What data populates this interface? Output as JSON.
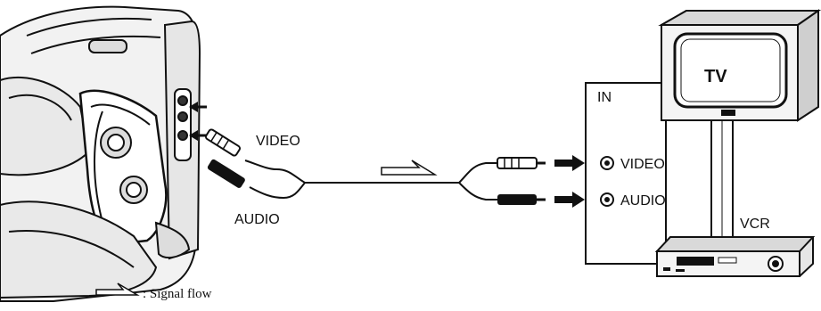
{
  "labels": {
    "camera_video": "VIDEO",
    "camera_audio": "AUDIO",
    "in": "IN",
    "tv_video": "VIDEO",
    "tv_audio": "AUDIO",
    "tv": "TV",
    "vcr": "VCR"
  },
  "legend": {
    "text": ": Signal flow"
  },
  "icons": [
    "camcorder-illustration",
    "plug-video",
    "plug-audio",
    "signal-flow-arrow",
    "jack-video",
    "jack-audio",
    "tv-illustration",
    "vcr-illustration"
  ],
  "colors": {
    "ink": "#111111",
    "paper": "#ffffff",
    "shade": "#d9d9d9"
  }
}
